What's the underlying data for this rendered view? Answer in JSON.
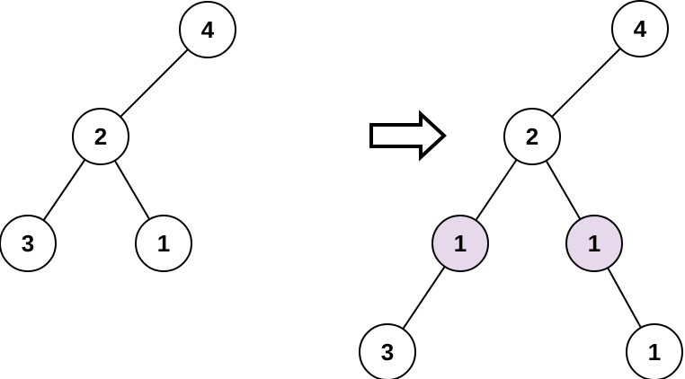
{
  "colors": {
    "node_fill": "#ffffff",
    "highlight_fill": "#e5d9eb",
    "stroke": "#000000",
    "text": "#000000"
  },
  "arrow": {
    "direction": "right"
  },
  "left_tree": {
    "role": "input-tree",
    "nodes": [
      {
        "label": "4",
        "highlighted": false
      },
      {
        "label": "2",
        "highlighted": false
      },
      {
        "label": "3",
        "highlighted": false
      },
      {
        "label": "1",
        "highlighted": false
      }
    ],
    "edges": [
      [
        0,
        1
      ],
      [
        1,
        2
      ],
      [
        1,
        3
      ]
    ]
  },
  "right_tree": {
    "role": "output-tree",
    "nodes": [
      {
        "label": "4",
        "highlighted": false
      },
      {
        "label": "2",
        "highlighted": false
      },
      {
        "label": "1",
        "highlighted": true
      },
      {
        "label": "1",
        "highlighted": true
      },
      {
        "label": "3",
        "highlighted": false
      },
      {
        "label": "1",
        "highlighted": false
      }
    ],
    "edges": [
      [
        0,
        1
      ],
      [
        1,
        2
      ],
      [
        1,
        3
      ],
      [
        2,
        4
      ],
      [
        3,
        5
      ]
    ]
  }
}
